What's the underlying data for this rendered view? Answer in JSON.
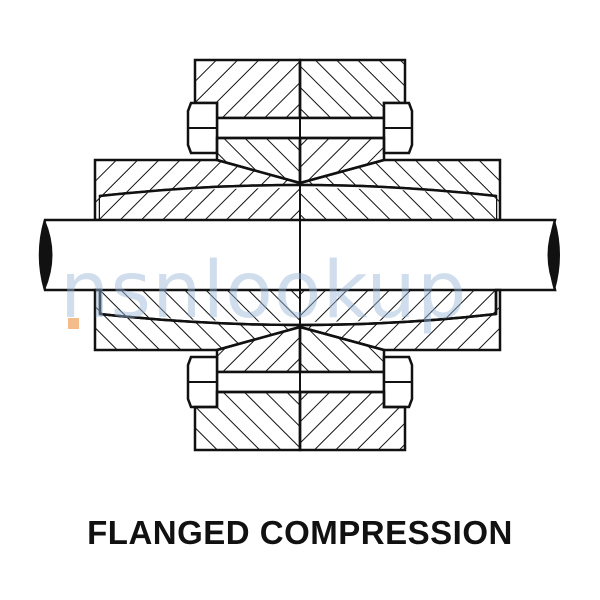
{
  "caption": "FLANGED COMPRESSION",
  "watermark": "nsnlookup",
  "colors": {
    "line": "#111111",
    "background": "#ffffff",
    "watermark": "#96b4d7",
    "watermark_accent": "#f0a564"
  },
  "parts": [
    "flange",
    "nut",
    "bolt",
    "compression-sleeve",
    "tube"
  ]
}
